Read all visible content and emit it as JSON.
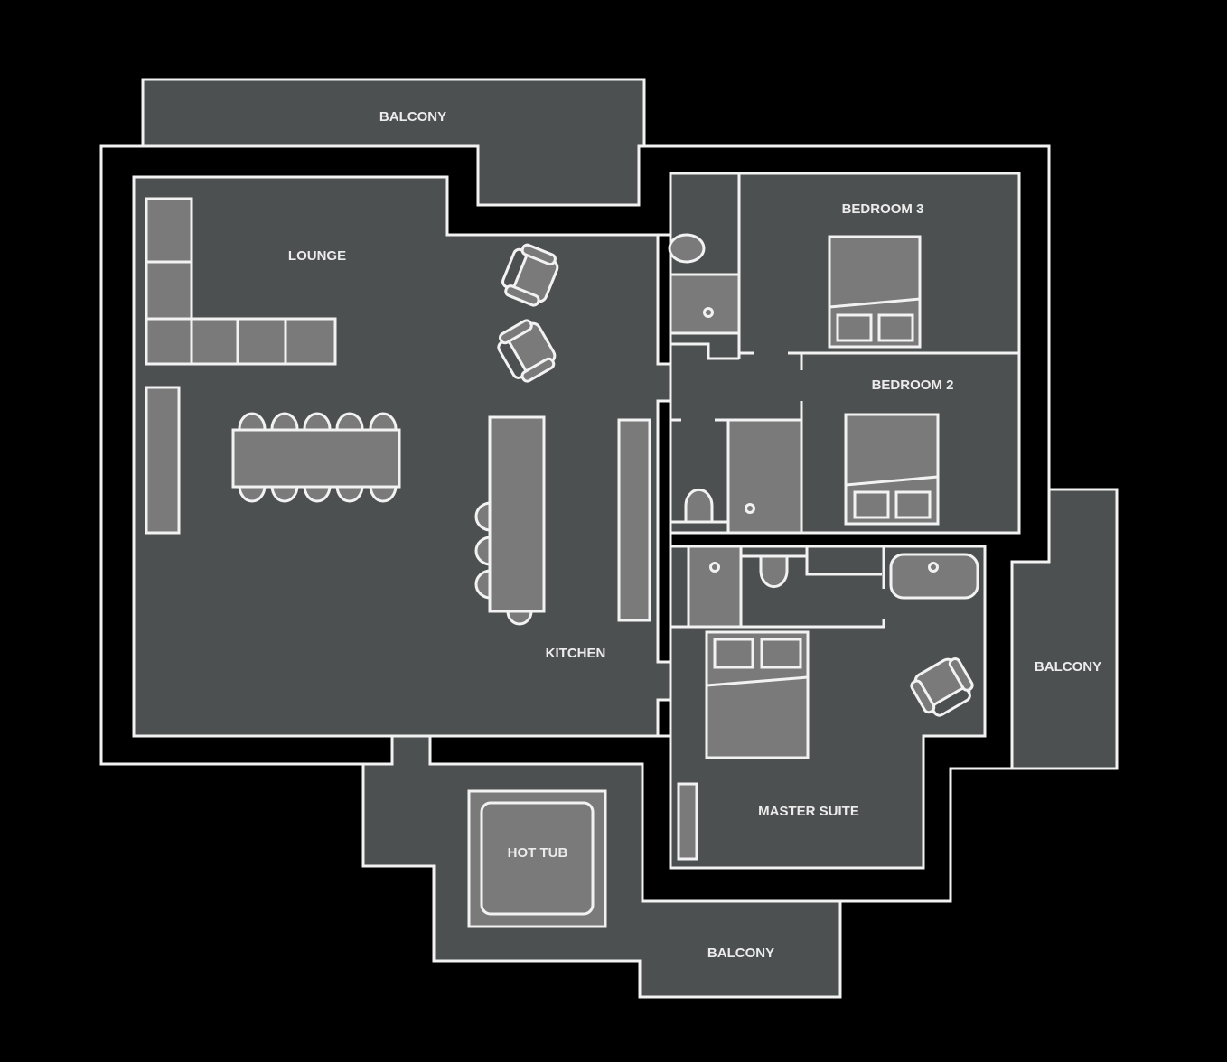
{
  "plan": {
    "colors": {
      "background": "#000000",
      "room_fill": "#4d5050",
      "furniture_fill": "#7a7a7a",
      "outline": "#f2f2f2",
      "label": "#ececec"
    },
    "rooms": {
      "balcony_top": "BALCONY",
      "lounge": "LOUNGE",
      "kitchen": "KITCHEN",
      "bedroom3": "BEDROOM 3",
      "bedroom2": "BEDROOM 2",
      "master_suite": "MASTER SUITE",
      "balcony_right": "BALCONY",
      "hot_tub": "HOT TUB",
      "balcony_bottom": "BALCONY"
    },
    "furniture": {
      "dining_chairs": 10,
      "bar_stools": 4,
      "armchairs": 3,
      "beds": 3,
      "sofa_segments": 6
    }
  }
}
